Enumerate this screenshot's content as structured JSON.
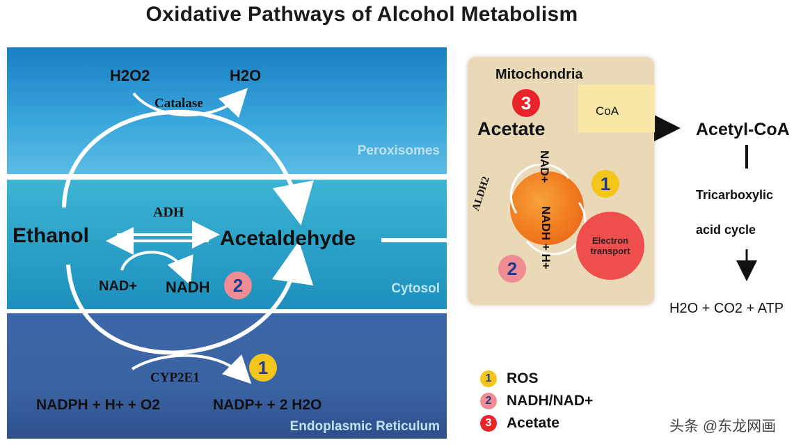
{
  "title": "Oxidative Pathways of Alcohol Metabolism",
  "bands": {
    "peroxisomes": "Peroxisomes",
    "cytosol": "Cytosol",
    "er": "Endoplasmic Reticulum"
  },
  "peroxisome": {
    "h2o2": "H2O2",
    "h2o": "H2O",
    "enzyme": "Catalase"
  },
  "cytosol": {
    "ethanol": "Ethanol",
    "acetaldehyde": "Acetaldehyde",
    "enzyme": "ADH",
    "nad": "NAD+",
    "nadh": "NADH",
    "badge": "2"
  },
  "er": {
    "enzyme": "CYP2E1",
    "reactants": "NADPH + H+ + O2",
    "products": "NADP+ + 2 H2O",
    "badge": "1"
  },
  "mitochondria": {
    "label": "Mitochondria",
    "acetate": "Acetate",
    "coa": "CoA",
    "aldh": "ALDH2",
    "nad_vertical": "NAD+",
    "nadh_vertical": "NADH + H+",
    "electron_transport": "Electron transport",
    "badge_acetate": "3",
    "badge_ros": "1",
    "badge_nadh": "2"
  },
  "right_panel": {
    "acetyl_coa": "Acetyl-CoA",
    "tca_line1": "Tricarboxylic",
    "tca_line2": "acid cycle",
    "products": "H2O + CO2 + ATP"
  },
  "legend": [
    {
      "num": "1",
      "label": "ROS",
      "color": "#f4c51a"
    },
    {
      "num": "2",
      "label": "NADH/NAD+",
      "color": "#f08c93"
    },
    {
      "num": "3",
      "label": "Acetate",
      "color": "#e8242a"
    }
  ],
  "watermark": "头条 @东龙网画",
  "colors": {
    "peroxisome_band": "#2a95d2",
    "cytosol_band": "#2aa0c8",
    "er_band": "#3b63a3",
    "mitochondria_fill": "#ead9b6",
    "coa_fill": "#fbe8a6"
  }
}
